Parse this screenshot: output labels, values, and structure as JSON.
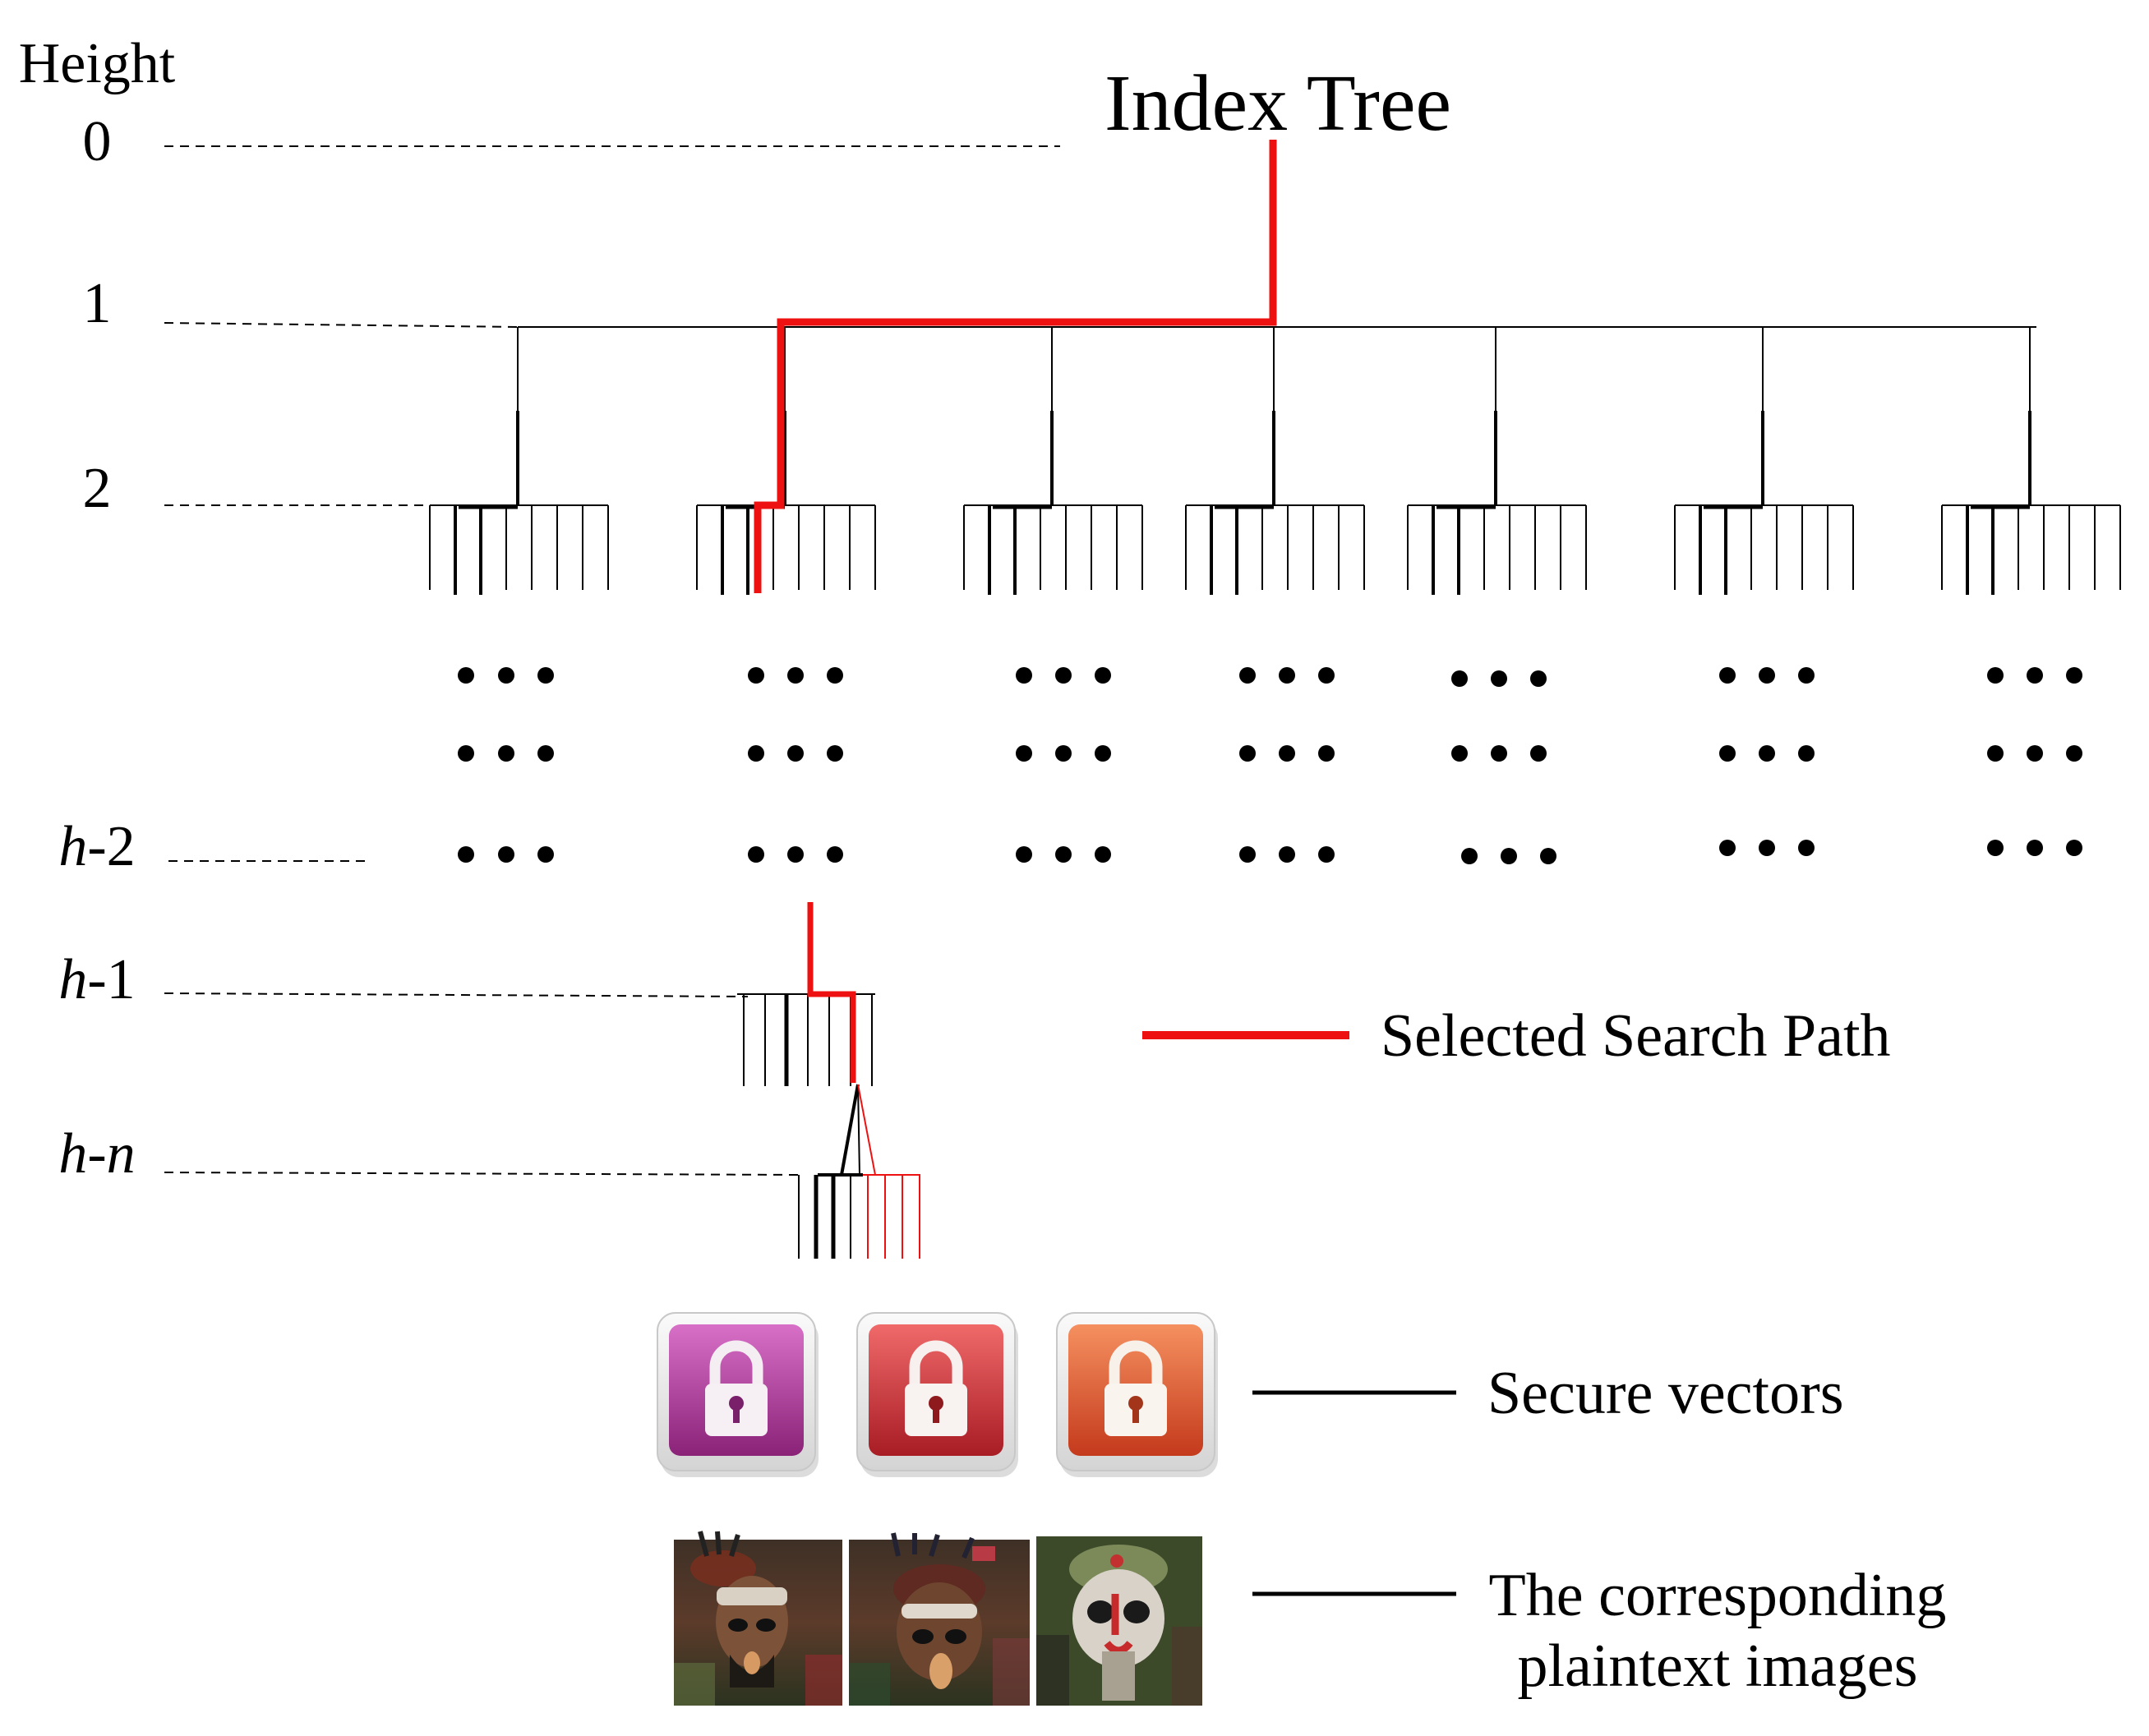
{
  "diagram": {
    "title": "Index Tree",
    "height_axis_label": "Height",
    "levels": [
      {
        "id": "0",
        "text": "0",
        "italic": false
      },
      {
        "id": "1",
        "text": "1",
        "italic": false
      },
      {
        "id": "2",
        "text": "2",
        "italic": false
      },
      {
        "id": "h-2",
        "var": "h",
        "rest": "-2",
        "italic": true
      },
      {
        "id": "h-1",
        "var": "h",
        "rest": "-1",
        "italic": true
      },
      {
        "id": "h-n",
        "var": "h",
        "rest": "-",
        "rest2": "n",
        "italic": true
      }
    ],
    "legend": {
      "path_label": "Selected Search Path",
      "secure_vectors_label": "Secure vectors",
      "plaintext_label_line1": "The corresponding",
      "plaintext_label_line2": "plaintext images"
    },
    "colors": {
      "path": "#ee1111",
      "tree": "#000000",
      "lock_magenta": "#b63c9f",
      "lock_red": "#d9353a",
      "lock_orange": "#e2562d"
    },
    "icons": [
      "lock-icon",
      "lock-icon",
      "lock-icon"
    ],
    "images": [
      "masked-face-photo",
      "masked-face-photo",
      "masked-face-photo"
    ]
  }
}
